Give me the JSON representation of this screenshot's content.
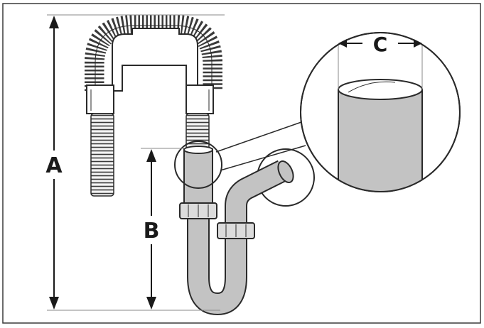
{
  "labels": {
    "a": "A",
    "b": "B",
    "c": "C"
  },
  "colors": {
    "pipe": "#c3c3c3",
    "outline": "#2a2a2a",
    "dimension": "#1a1a1a",
    "guide": "#8a8a8a",
    "border": "#3a3a3a"
  },
  "icons": {
    "hose": "corrugated-hose-icon",
    "trap": "siphon-trap-icon",
    "magnifier": "detail-magnifier-icon"
  }
}
